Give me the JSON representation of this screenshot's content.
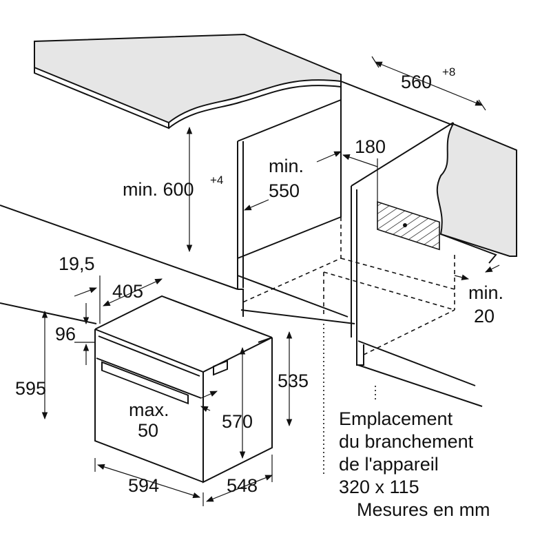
{
  "dimensions": {
    "d560": "560",
    "d560_tol": "+8",
    "d600": "min. 600",
    "d600_tol": "+4",
    "d550_a": "min.",
    "d550_b": "550",
    "d180": "180",
    "d20_a": "min.",
    "d20_b": "20",
    "d19_5": "19,5",
    "d405": "405",
    "d96": "96",
    "d595": "595",
    "d535": "535",
    "dmax_a": "max.",
    "dmax_b": "50",
    "d570": "570",
    "d594": "594",
    "d548": "548"
  },
  "notes": {
    "line1": "Emplacement",
    "line2": "du branchement",
    "line3": "de l'appareil",
    "line4": "320 x 115",
    "line5": "Mesures en mm"
  }
}
